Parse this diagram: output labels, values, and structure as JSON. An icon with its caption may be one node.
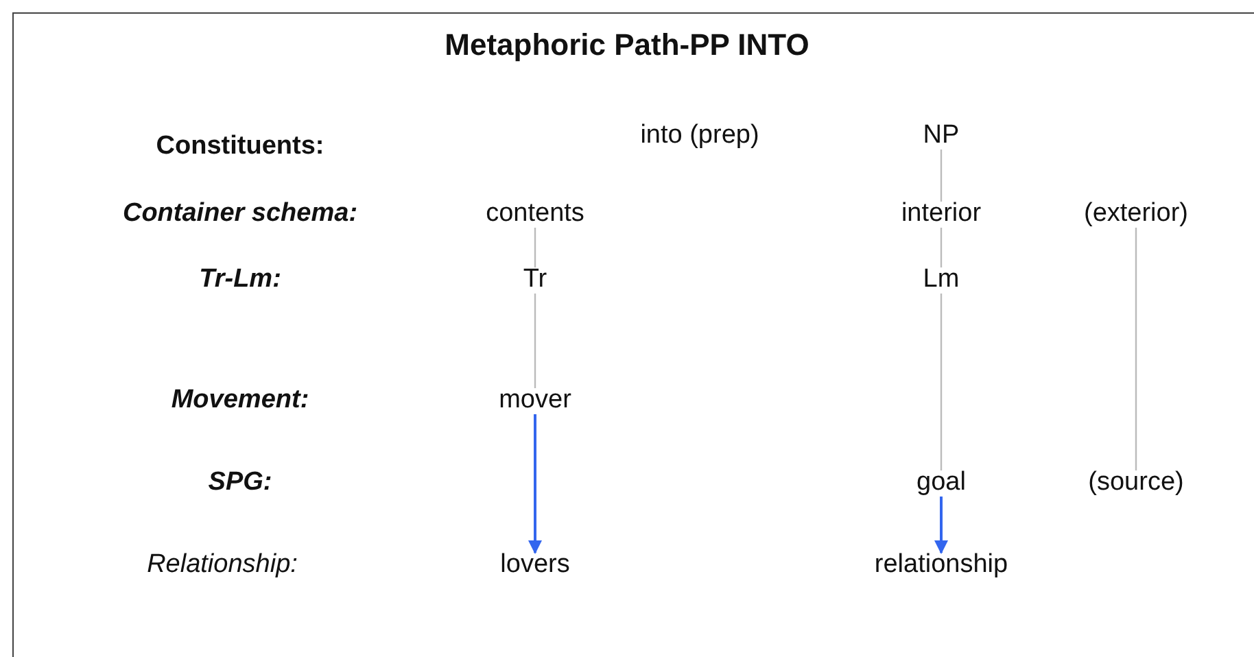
{
  "diagram": {
    "title": "Metaphoric Path-PP INTO",
    "nodes": [
      {
        "text": [
          "NP"
        ]
      },
      {
        "text": [
          "contents"
        ]
      },
      {
        "text": [
          "interior"
        ]
      },
      {
        "text": [
          "(exterior)"
        ]
      },
      {
        "text": [
          "Tr"
        ]
      },
      {
        "text": [
          "Lm"
        ]
      },
      {
        "text": [
          "mover"
        ]
      },
      {
        "text": [
          "goal"
        ]
      },
      {
        "text": [
          "(source)"
        ]
      },
      {
        "text": [
          "lovers"
        ]
      },
      {
        "text": [
          "relationship"
        ]
      }
    ],
    "edges": [
      {
        "from": 0,
        "to": 2,
        "arrow": "none"
      },
      {
        "from": 1,
        "to": 4,
        "arrow": "none"
      },
      {
        "from": 2,
        "to": 5,
        "arrow": "none"
      },
      {
        "from": 4,
        "to": 6,
        "arrow": "none"
      },
      {
        "from": 5,
        "to": 7,
        "arrow": "none"
      },
      {
        "from": 3,
        "to": 8,
        "arrow": "none"
      },
      {
        "from": 6,
        "to": 9,
        "arrow": "to",
        "color": "#3366ee"
      },
      {
        "from": 7,
        "to": 10,
        "arrow": "to",
        "color": "#3366ee"
      }
    ],
    "labels": [
      "Constituents:",
      "into (prep)",
      "Container schema:",
      "Tr-Lm:",
      "Movement:",
      "SPG:",
      "Relationship:"
    ]
  }
}
